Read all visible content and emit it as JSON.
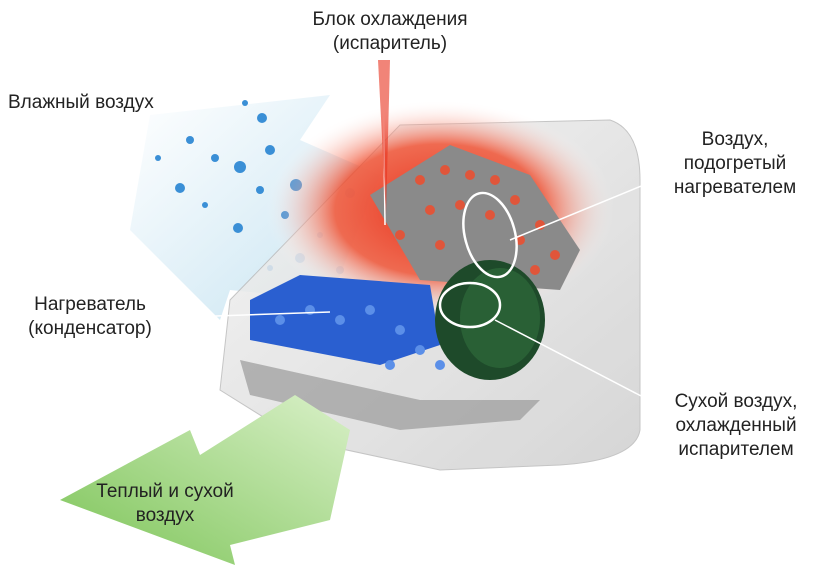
{
  "labels": {
    "evaporator": [
      "Блок охлаждения",
      "(испаритель)"
    ],
    "humid_air": "Влажный воздух",
    "heated_air": [
      "Воздух,",
      "подогретый",
      "нагревателем"
    ],
    "heater": [
      "Нагреватель",
      "(конденсатор)"
    ],
    "dry_cool_air": [
      "Сухой воздух,",
      "охлажденный",
      "испарителем"
    ],
    "warm_dry_air": [
      "Теплый и сухой",
      "воздух"
    ]
  },
  "colors": {
    "humid_arrow": "#cfe6f2",
    "heat_glow": "#e8321e",
    "condenser": "#2a5fd0",
    "fan": "#1e4a2a",
    "out_arrow": "#8fce6a",
    "unit": "#e4e4e4"
  }
}
